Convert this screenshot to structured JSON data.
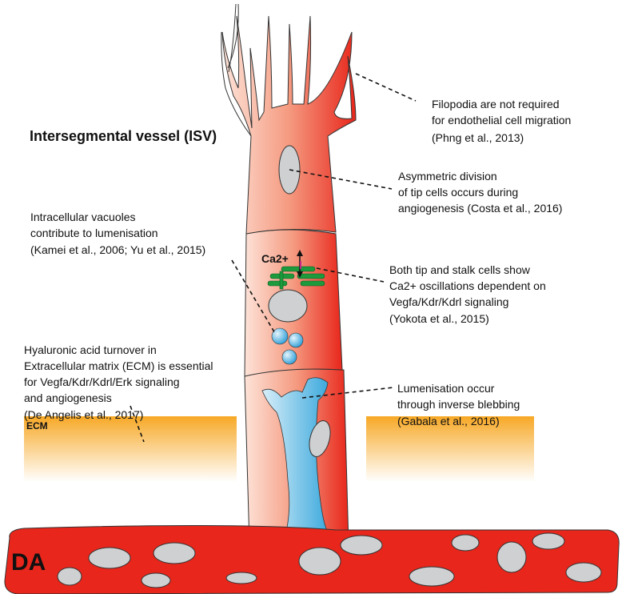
{
  "title": "Intersegmental vessel (ISV)",
  "labels": {
    "ecm": "ECM",
    "da": "DA",
    "ca": "Ca2+"
  },
  "annotations": {
    "filopodia": [
      "Filopodia are not required",
      "for endothelial cell migration",
      "(Phng et al., 2013)"
    ],
    "asymmetric": [
      "Asymmetric division",
      "of tip cells occurs during",
      "angiogenesis (Costa et al., 2016)"
    ],
    "vacuoles": [
      "Intracellular vacuoles",
      "contribute to lumenisation",
      "(Kamei et al., 2006; Yu et al., 2015)"
    ],
    "calcium": [
      "Both tip and stalk cells show",
      "Ca2+ oscillations dependent on",
      "Vegfa/Kdr/Kdrl signaling",
      "(Yokota et al., 2015)"
    ],
    "hyaluronic": [
      "Hyaluronic acid turnover in",
      "Extracellular matrix (ECM) is essential",
      "for Vegfa/Kdr/Kdrl/Erk signaling",
      "and angiogenesis",
      "(De Angelis et al., 2017)"
    ],
    "lumen": [
      "Lumenisation occur",
      "through inverse blebbing",
      "(Gabala et al., 2016)"
    ]
  },
  "colors": {
    "vessel_light": "#fde3d8",
    "vessel_dark": "#e8261b",
    "ecm": "#f7a826",
    "nucleus": "#cfd0d2",
    "er": "#1c9a3c",
    "vacuole": "#3aa8dc"
  }
}
